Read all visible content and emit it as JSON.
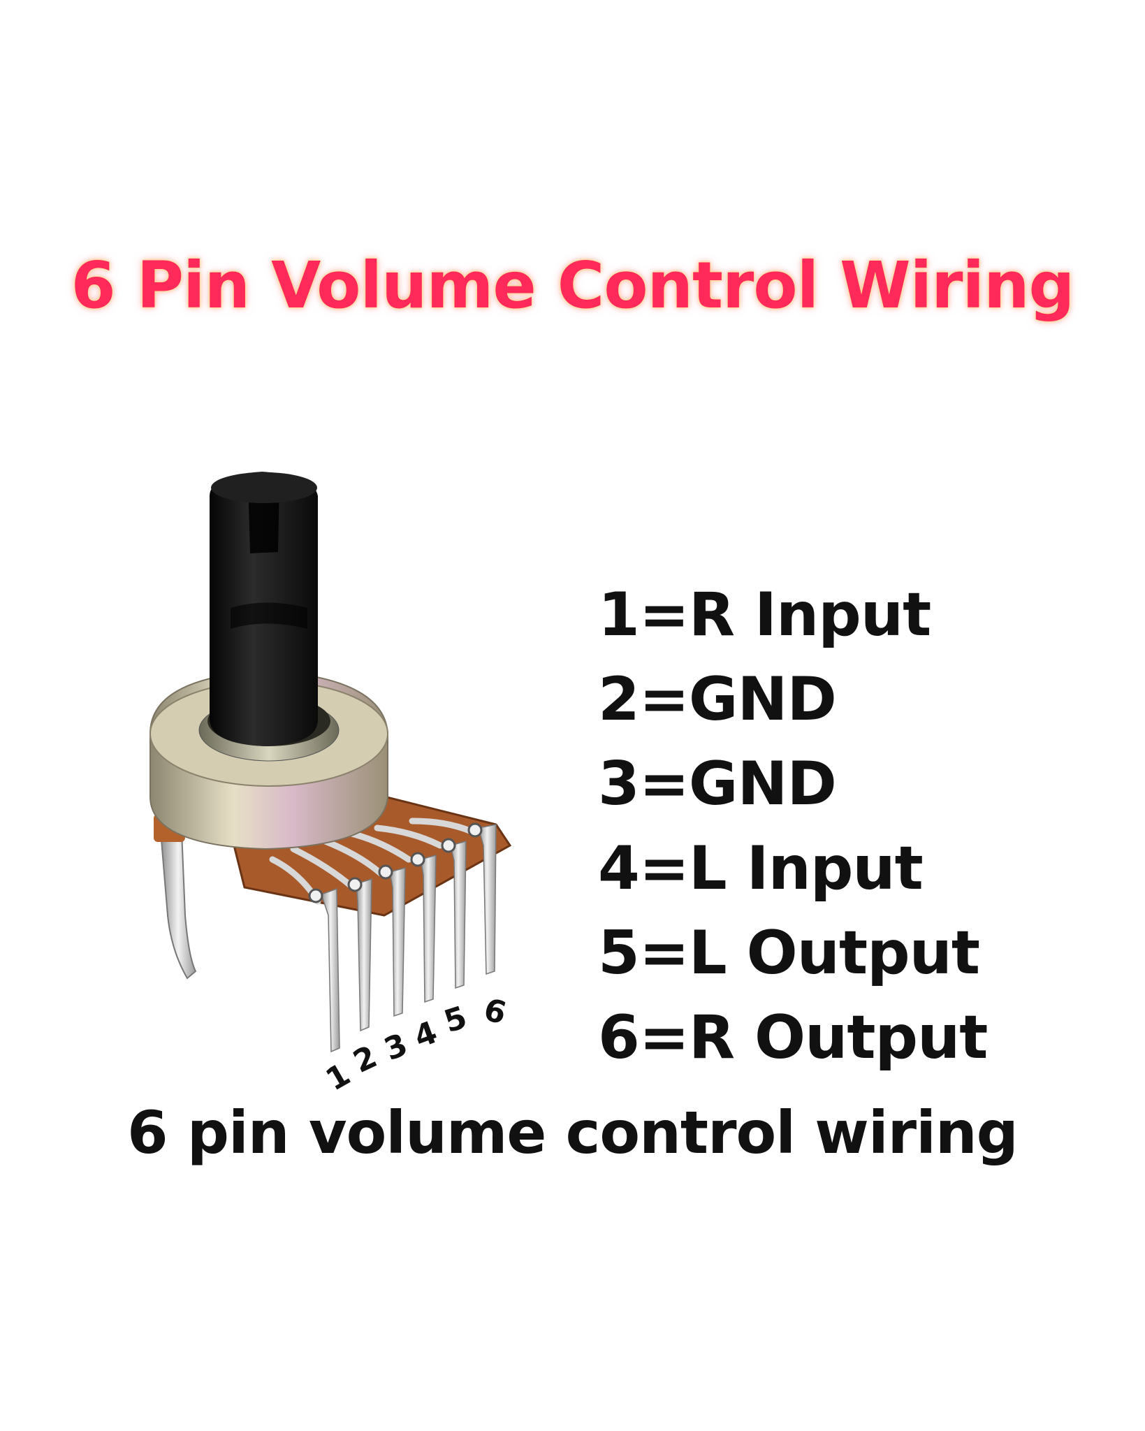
{
  "title": "6 Pin Volume Control Wiring",
  "pin_labels": [
    "1",
    "2",
    "3",
    "4",
    "5",
    "6"
  ],
  "legend": [
    "1=R Input",
    "2=GND",
    "3=GND",
    "4=L Input",
    "5=L Output",
    "6=R Output"
  ],
  "caption": "6 pin volume control wiring",
  "colors": {
    "title": "#ff2a5a",
    "text": "#111111",
    "knob": "#151515",
    "body_metal": "#c9c0a8",
    "pcb_board": "#a85a2a",
    "pin_metal": "#c8c8c8"
  }
}
